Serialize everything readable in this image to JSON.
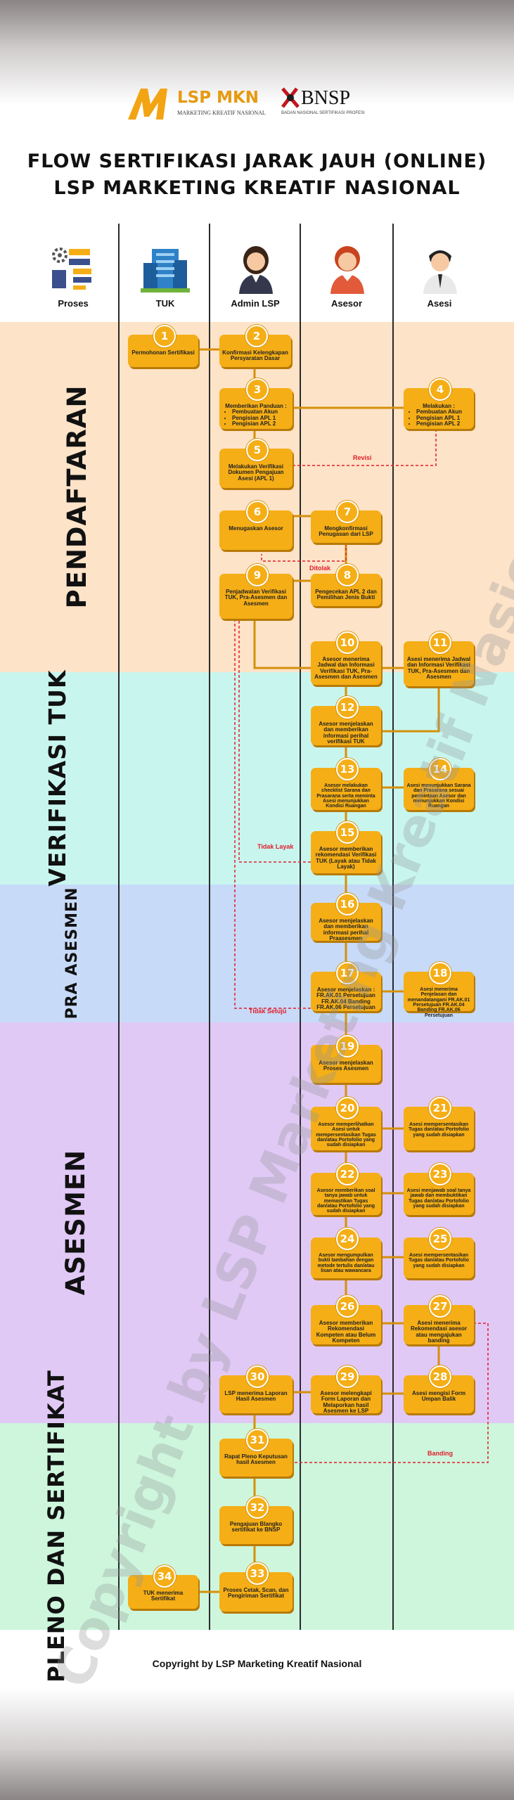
{
  "header": {
    "lsp_brand": "LSP MKN",
    "lsp_sub": "MARKETING KREATIF NASIONAL",
    "bnsp_brand": "BNSP",
    "bnsp_sub": "BADAN NASIONAL SERTIFIKASI PROFESI",
    "title_line1": "FLOW SERTIFIKASI JARAK JAUH (ONLINE)",
    "title_line2": "LSP MARKETING KREATIF NASIONAL"
  },
  "lanes": [
    "Proses",
    "TUK",
    "Admin LSP",
    "Asesor",
    "Asesi"
  ],
  "phases": [
    "PENDAFTARAN",
    "VERIFIKASI TUK",
    "PRA ASESMEN",
    "ASESMEN",
    "PLENO DAN SERTIFIKAT"
  ],
  "steps": [
    {
      "n": "1",
      "text": "Permohonan Sertifikasi"
    },
    {
      "n": "2",
      "text": "Konfirmasi Kelengkapan Persyaratan Dasar"
    },
    {
      "n": "3",
      "text": "Memberikan Panduan :",
      "items": [
        "Pembuatan Akun",
        "Pengisian APL 1",
        "Pengisian APL 2"
      ]
    },
    {
      "n": "4",
      "text": "Melakukan :",
      "items": [
        "Pembuatan Akun",
        "Pengisian APL 1",
        "Pengisian APL 2"
      ]
    },
    {
      "n": "5",
      "text": "Melakukan Verifikasi Dokumen Pengajuan Asesi (APL 1)"
    },
    {
      "n": "6",
      "text": "Menugaskan Asesor"
    },
    {
      "n": "7",
      "text": "Mengkonfirmasi Penugasan dari LSP"
    },
    {
      "n": "8",
      "text": "Pengecekan APL 2 dan Pemilihan Jenis Bukti"
    },
    {
      "n": "9",
      "text": "Penjadwalan Verifikasi TUK, Pra-Asesmen dan Asesmen"
    },
    {
      "n": "10",
      "text": "Asesor menerima Jadwal dan Informasi Verifikasi TUK, Pra-Asesmen dan Asesmen"
    },
    {
      "n": "11",
      "text": "Asesi menerima Jadwal dan Informasi Verifikasi TUK, Pra-Asesmen dan Asesmen"
    },
    {
      "n": "12",
      "text": "Asesor menjelaskan dan memberikan informasi perihal verifikasi TUK"
    },
    {
      "n": "13",
      "text": "Asesor melakukan checklist Sarana dan Prasarana serta meminta Asesi menunjukkan Kondisi Ruangan"
    },
    {
      "n": "14",
      "text": "Asesi menunjukkan Sarana dan Prasarana sesuai permintaan Asesor dan menunjukkan Kondisi Ruangan"
    },
    {
      "n": "15",
      "text": "Asesor memberikan rekomendasi Verifikasi TUK (Layak atau Tidak Layak)"
    },
    {
      "n": "16",
      "text": "Asesor menjelaskan dan memberikan informasi perihal Praasesmen"
    },
    {
      "n": "17",
      "text": "Asesor menjelaskan : FR.AK.01 Persetujuan FR.AK.04 Banding FR.AK.06 Persetujuan"
    },
    {
      "n": "18",
      "text": "Asesi menerima Penjelasan dan menandatangani FR.AK.01 Persetujuan FR.AK.04 Banding FR.AK.06 Persetujuan"
    },
    {
      "n": "19",
      "text": "Asesor menjelaskan Proses Asesmen"
    },
    {
      "n": "20",
      "text": "Asesor memperlihatkan Asesi untuk mempersentasikan Tugas dan/atau Portofolio yang sudah disiapkan"
    },
    {
      "n": "21",
      "text": "Asesi mempersentasikan Tugas dan/atau Portofolio yang sudah disiapkan"
    },
    {
      "n": "22",
      "text": "Asesor memberikan soal tanya jawab untuk memastikan Tugas dan/atau Portofolio yang sudah disiapkan"
    },
    {
      "n": "23",
      "text": "Asesi menjawab soal tanya jawab dan membuktikan Tugas dan/atau Portofolio yang sudah disiapkan"
    },
    {
      "n": "24",
      "text": "Asesor mengumpulkan bukti tambahan dengan metode tertulis dan/atau lisan atau wawancara"
    },
    {
      "n": "25",
      "text": "Asesi mempersentasikan Tugas dan/atau Portofolio yang sudah disiapkan"
    },
    {
      "n": "26",
      "text": "Asesor memberikan Rekomendasi Kompeten atau Belum Kompeten"
    },
    {
      "n": "27",
      "text": "Asesi menerima Rekomendasi asesor atau mengajukan banding"
    },
    {
      "n": "28",
      "text": "Asesi mengisi Form Umpan Balik"
    },
    {
      "n": "29",
      "text": "Asesor melengkapi Form Laporan dan Melaporkan hasil Asesmen ke LSP"
    },
    {
      "n": "30",
      "text": "LSP menerima Laporan Hasil Asesmen"
    },
    {
      "n": "31",
      "text": "Rapat Pleno Keputusan hasil Asesmen"
    },
    {
      "n": "32",
      "text": "Pengajuan Blangko sertifikat ke BNSP"
    },
    {
      "n": "33",
      "text": "Proses Cetak, Scan, dan Pengiriman Sertifikat"
    },
    {
      "n": "34",
      "text": "TUK menerima Sertifikat"
    }
  ],
  "edge_labels": {
    "revisi": "Revisi",
    "ditolak": "Ditolak",
    "tidak_layak": "Tidak Layak",
    "tidak_setuju": "Tidak Setuju",
    "banding": "Banding"
  },
  "footer": "Copyright by LSP Marketing Kreatif Nasional",
  "watermark": "Copyright by LSP Marketing Kreatif Nasional",
  "colors": {
    "step_fill": "#f5ae16",
    "connector": "#d5900a",
    "reject_line": "#e11d2a",
    "pendaftaran": "#fde3c8",
    "verifikasi_tuk": "#c8f6ef",
    "pra_asesmen": "#c7daf8",
    "asesmen": "#e1c9f6",
    "pleno": "#cdf6dd"
  }
}
